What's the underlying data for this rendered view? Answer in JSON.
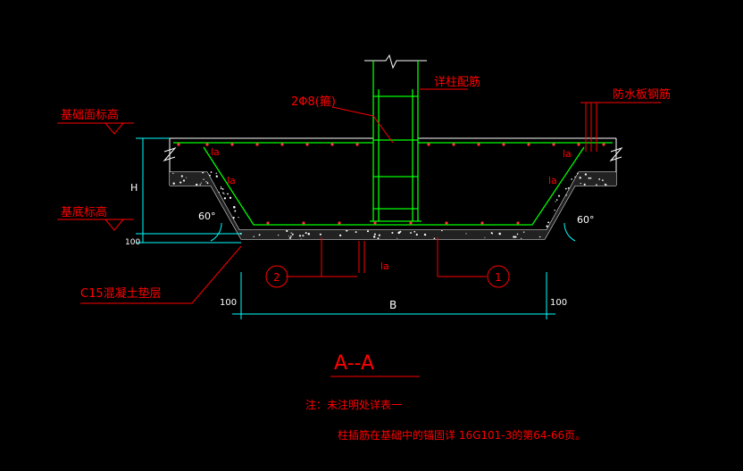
{
  "colors": {
    "background": "#000000",
    "concrete": "#ffffff",
    "rebar": "#00ff00",
    "leader": "#ff0000",
    "dimension": "#00ffff",
    "text": "#ff0000",
    "hatch": "#ffffff"
  },
  "labels": {
    "foundation_top": "基础面标高",
    "foundation_bottom": "基底标高",
    "column_reinf": "详柱配筋",
    "stirrup": "2Φ8(箍)",
    "waterproof": "防水板钢筋",
    "cushion": "C15混凝土垫层",
    "la_1": "la",
    "la_2": "la",
    "la_3": "la",
    "la_4": "la",
    "la_5": "la",
    "angle_left": "60°",
    "angle_right": "60°",
    "bubble_1": "1",
    "bubble_2": "2"
  },
  "dimensions": {
    "height": "H",
    "bottom_100": "100",
    "left_100": "100",
    "right_100": "100",
    "width": "B"
  },
  "section": {
    "title": "A--A"
  },
  "notes": {
    "line1": "注：未注明处详表一",
    "line2": "柱插筋在基础中的锚固详 16G101-3的第64-66页。"
  }
}
